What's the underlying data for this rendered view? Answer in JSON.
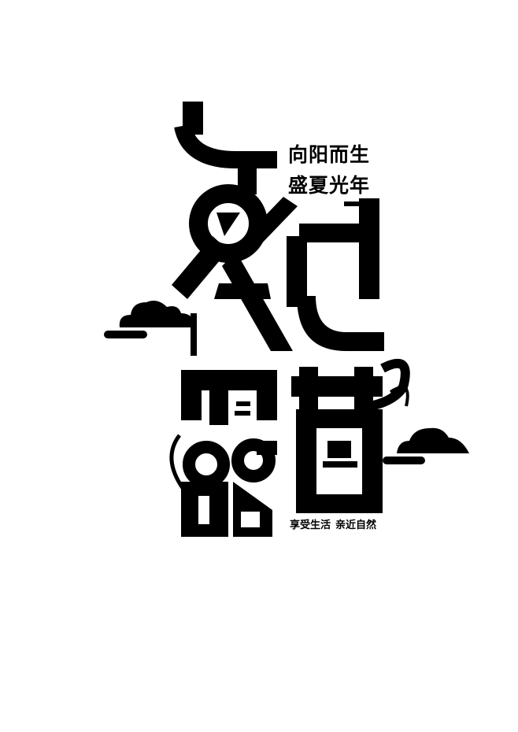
{
  "poster": {
    "title_chars": [
      "夏",
      "日",
      "露",
      "营"
    ],
    "tagline_line1": "向阳而生",
    "tagline_line2": "盛夏光年",
    "slogan_part1": "享受生活",
    "slogan_part2": "亲近自然"
  },
  "colors": {
    "background": "#ffffff",
    "ink": "#000000"
  },
  "icons": [
    "cloud-icon",
    "cloud-icon"
  ]
}
